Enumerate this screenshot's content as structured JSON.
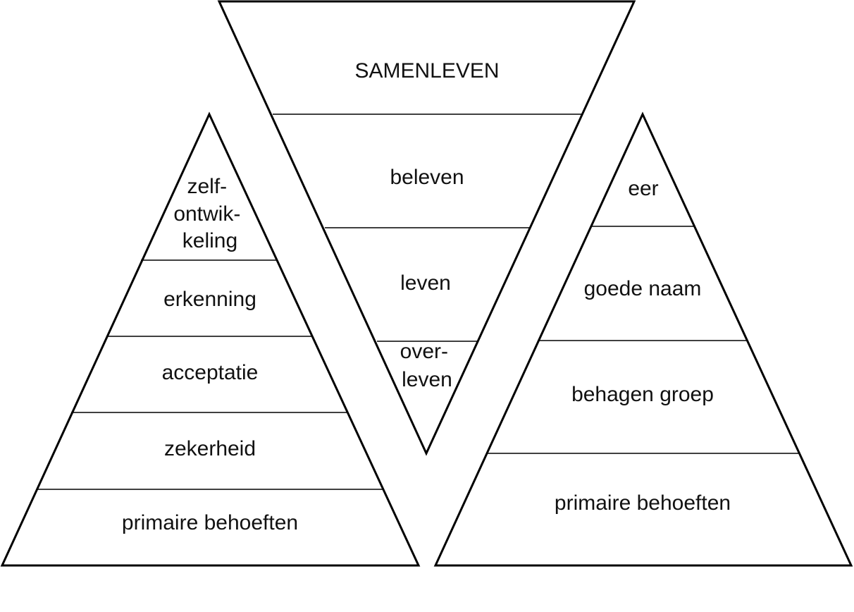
{
  "left_pyramid": {
    "levels": [
      {
        "lines": [
          "zelf-",
          "ontwik-",
          "keling"
        ]
      },
      {
        "lines": [
          "erkenning"
        ]
      },
      {
        "lines": [
          "acceptatie"
        ]
      },
      {
        "lines": [
          "zekerheid"
        ]
      },
      {
        "lines": [
          "primaire behoeften"
        ]
      }
    ]
  },
  "center_triangle": {
    "levels": [
      {
        "lines": [
          "SAMENLEVEN"
        ]
      },
      {
        "lines": [
          "beleven"
        ]
      },
      {
        "lines": [
          "leven"
        ]
      },
      {
        "lines": [
          "over-",
          "leven"
        ]
      }
    ]
  },
  "right_pyramid": {
    "levels": [
      {
        "lines": [
          "eer"
        ]
      },
      {
        "lines": [
          "goede naam"
        ]
      },
      {
        "lines": [
          "behagen groep"
        ]
      },
      {
        "lines": [
          "primaire behoeften"
        ]
      }
    ]
  }
}
